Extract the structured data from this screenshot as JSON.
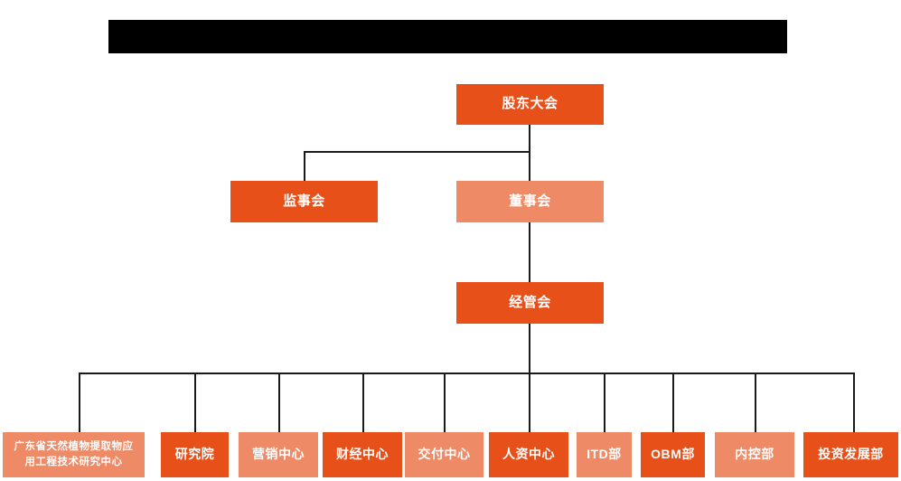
{
  "header": {
    "redacted_bar": "",
    "redacted_bar_name": "redacted-title-banner"
  },
  "colors": {
    "primary": "#E8501A",
    "secondary": "#EE8A66",
    "connector": "#1a1a1a",
    "redaction": "#000000",
    "background": "#ffffff",
    "text": "#ffffff"
  },
  "chart_data": {
    "type": "diagram",
    "diagram_type": "organization-chart",
    "title": "",
    "levels": [
      {
        "level": 1,
        "nodes": [
          {
            "id": "shareholders",
            "label": "股东大会",
            "style": "primary"
          }
        ]
      },
      {
        "level": 2,
        "nodes": [
          {
            "id": "supervisory",
            "label": "监事会",
            "style": "primary"
          },
          {
            "id": "board",
            "label": "董事会",
            "style": "secondary"
          }
        ]
      },
      {
        "level": 3,
        "nodes": [
          {
            "id": "exec",
            "label": "经管会",
            "style": "primary"
          }
        ]
      },
      {
        "level": 4,
        "nodes": [
          {
            "id": "research-center",
            "label": "广东省天然植物提取物应\n用工程技术研究中心",
            "style": "secondary"
          },
          {
            "id": "institute",
            "label": "研究院",
            "style": "primary"
          },
          {
            "id": "marketing",
            "label": "营销中心",
            "style": "secondary"
          },
          {
            "id": "finance",
            "label": "财经中心",
            "style": "primary"
          },
          {
            "id": "delivery",
            "label": "交付中心",
            "style": "secondary"
          },
          {
            "id": "hr",
            "label": "人资中心",
            "style": "primary"
          },
          {
            "id": "itd",
            "label": "ITD部",
            "style": "secondary"
          },
          {
            "id": "obm",
            "label": "OBM部",
            "style": "primary"
          },
          {
            "id": "internal-control",
            "label": "内控部",
            "style": "secondary"
          },
          {
            "id": "investment",
            "label": "投资发展部",
            "style": "primary"
          }
        ]
      }
    ],
    "edges": [
      {
        "from": "shareholders",
        "to": "supervisory"
      },
      {
        "from": "shareholders",
        "to": "board"
      },
      {
        "from": "board",
        "to": "exec"
      },
      {
        "from": "exec",
        "to": "research-center"
      },
      {
        "from": "exec",
        "to": "institute"
      },
      {
        "from": "exec",
        "to": "marketing"
      },
      {
        "from": "exec",
        "to": "finance"
      },
      {
        "from": "exec",
        "to": "delivery"
      },
      {
        "from": "exec",
        "to": "hr"
      },
      {
        "from": "exec",
        "to": "itd"
      },
      {
        "from": "exec",
        "to": "obm"
      },
      {
        "from": "exec",
        "to": "internal-control"
      },
      {
        "from": "exec",
        "to": "investment"
      }
    ]
  },
  "nodes": {
    "shareholders": "股东大会",
    "supervisory": "监事会",
    "board": "董事会",
    "exec": "经管会",
    "research_center": "广东省天然植物提取物应\n用工程技术研究中心",
    "institute": "研究院",
    "marketing": "营销中心",
    "finance": "财经中心",
    "delivery": "交付中心",
    "hr": "人资中心",
    "itd": "ITD部",
    "obm": "OBM部",
    "internal_control": "内控部",
    "investment": "投资发展部"
  }
}
